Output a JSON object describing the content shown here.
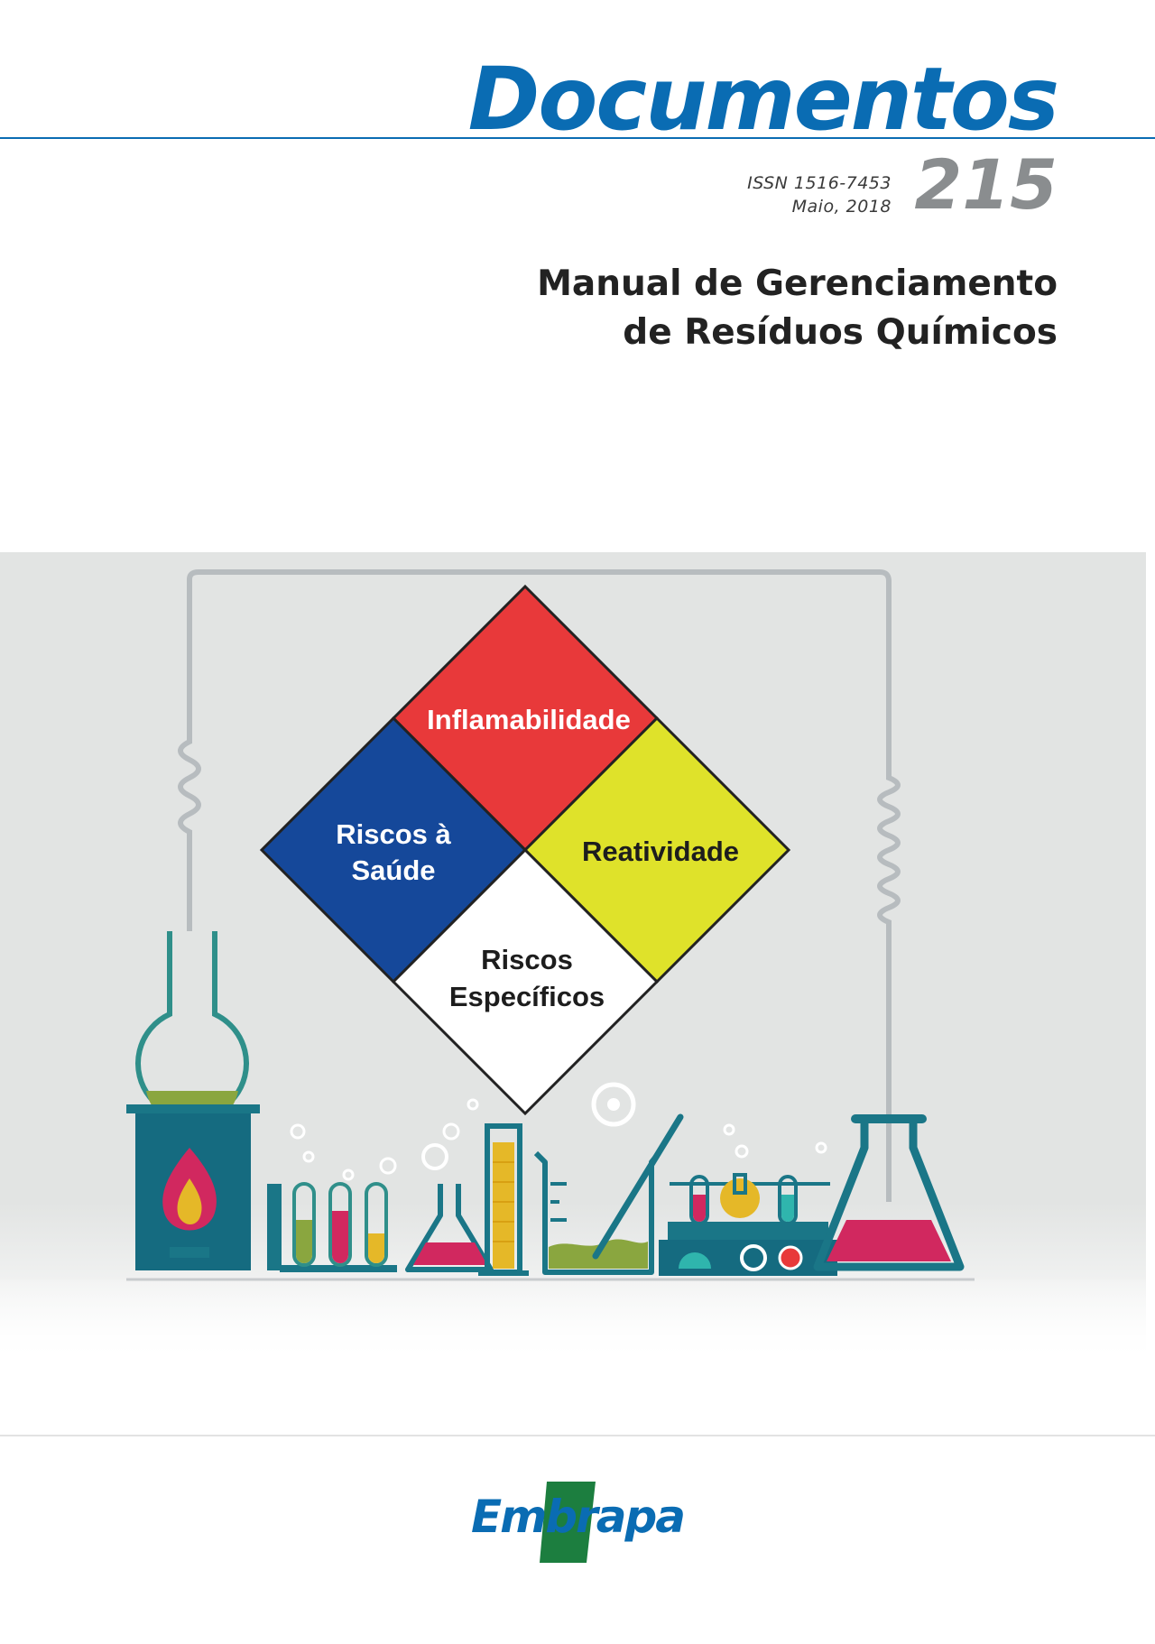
{
  "header": {
    "series": "Documentos",
    "issn": "ISSN 1516-7453",
    "date": "Maio, 2018",
    "number": "215"
  },
  "title": {
    "line1": "Manual de Gerenciamento",
    "line2": "de Resíduos Químicos"
  },
  "diamond": {
    "top": "Inflamabilidade",
    "left_line1": "Riscos à",
    "left_line2": "Saúde",
    "right": "Reatividade",
    "bottom_line1": "Riscos",
    "bottom_line2": "Específicos"
  },
  "colors": {
    "brand_blue": "#0a6cb3",
    "diamond_red": "#e8393a",
    "diamond_blue": "#15489a",
    "diamond_yellow": "#dfe22a",
    "teal": "#1a7687",
    "magenta": "#d1285f",
    "olive": "#87a23c",
    "gold": "#e5b828",
    "logo_green": "#1c7e3f"
  },
  "icons": {
    "main_illustration": "laboratory-glassware-illustration",
    "logo": "embrapa-logo"
  },
  "logo": {
    "text": "Embrapa"
  }
}
